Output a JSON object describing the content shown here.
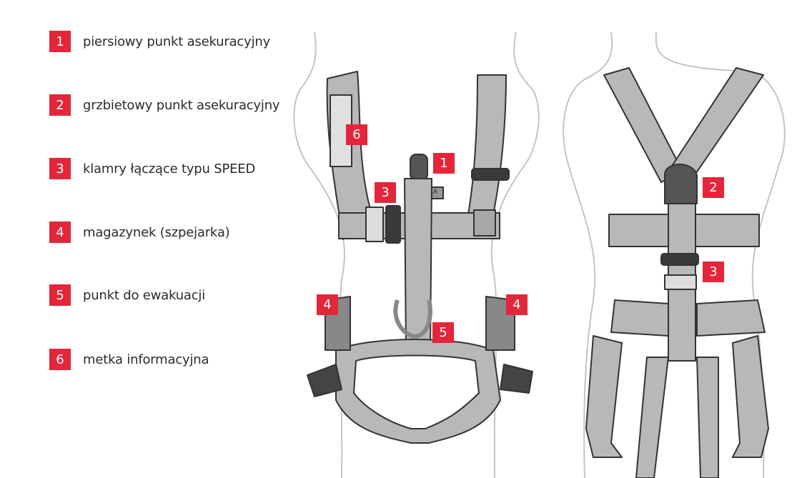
{
  "legend": [
    {
      "number": "1",
      "label": "piersiowy punkt asekuracyjny"
    },
    {
      "number": "2",
      "label": "grzbietowy punkt asekuracyjny"
    },
    {
      "number": "3",
      "label": "klamry łączące typu SPEED"
    },
    {
      "number": "4",
      "label": "magazynek (szpejarka)"
    },
    {
      "number": "5",
      "label": "punkt do ewakuacji"
    },
    {
      "number": "6",
      "label": "metka informacyjna"
    }
  ],
  "front_tags": {
    "t6": "6",
    "t1": "1",
    "t3": "3",
    "t4a": "4",
    "t4b": "4",
    "t5": "5"
  },
  "back_tags": {
    "t2": "2",
    "t3": "3"
  },
  "strap_mark": "A",
  "colors": {
    "accent": "#e3263a",
    "strap": "#b8b8b8",
    "outline": "#333333"
  }
}
